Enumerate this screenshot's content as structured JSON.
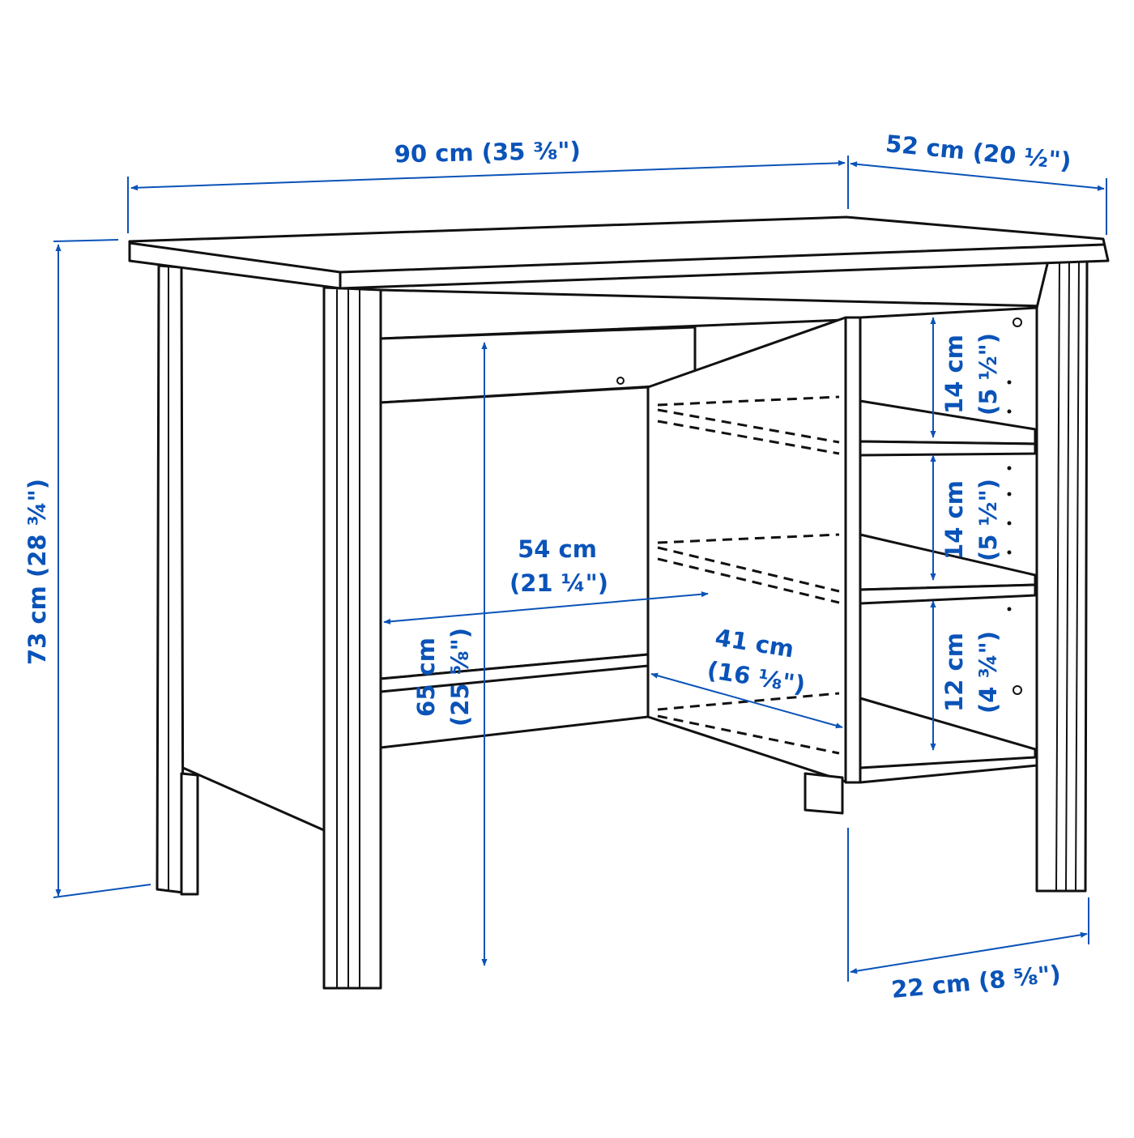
{
  "diagram": {
    "dimension_color": "#0a53b8",
    "line_color": "#111111",
    "labels": {
      "width": "90 cm (35 ⅜\")",
      "depth": "52 cm (20 ½\")",
      "height": "73 cm (28 ¾\")",
      "shelf_top": {
        "cm": "14 cm",
        "inch": "(5 ½\")"
      },
      "shelf_middle": {
        "cm": "14 cm",
        "inch": "(5 ½\")"
      },
      "shelf_bottom": {
        "cm": "12 cm",
        "inch": "(4 ¾\")"
      },
      "knee_width": {
        "cm": "54 cm",
        "inch": "(21 ¼\")"
      },
      "knee_height": {
        "cm": "65 cm",
        "inch": "(25 ⅝\")"
      },
      "shelf_depth": {
        "cm": "41 cm",
        "inch": "(16 ⅛\")"
      },
      "shelf_width": "22 cm (8 ⅝\")"
    }
  }
}
